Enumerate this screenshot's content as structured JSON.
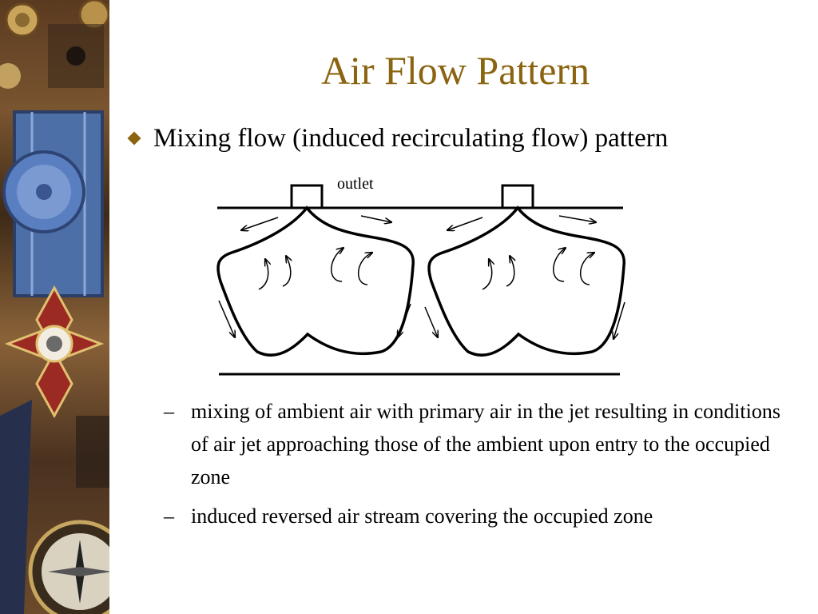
{
  "slide": {
    "title": "Air Flow Pattern",
    "bullet": "Mixing flow (induced recirculating flow) pattern",
    "sub_bullets": [
      "mixing of ambient air with primary air in the jet resulting in conditions of air jet approaching those of the ambient upon entry to the occupied zone",
      "induced reversed air stream covering the occupied zone"
    ],
    "dash_glyph": "–"
  },
  "diagram": {
    "outlet_label": "outlet"
  },
  "colors": {
    "title": "#8a6410",
    "bullet_marker": "#8a6410",
    "text": "#000000",
    "sidebar_base": "#5a3a20"
  },
  "icons": {
    "bullet_marker": "diamond-bullet-icon"
  }
}
